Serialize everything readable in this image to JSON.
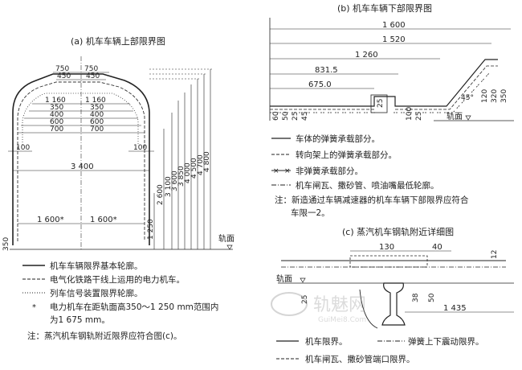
{
  "panel_a": {
    "title": "(a) 机车车辆上部限界图",
    "dims_horizontal": [
      "750",
      "750",
      "450",
      "450",
      "1 160",
      "1 160",
      "350",
      "350",
      "400",
      "400",
      "600",
      "600",
      "700",
      "700",
      "100",
      "100",
      "3 400",
      "1 600*",
      "1 600*"
    ],
    "dims_vertical": [
      "1 250",
      "2 600",
      "3 100",
      "3 600",
      "3 850",
      "4 000",
      "4 500",
      "4 700",
      "4 800",
      "350"
    ],
    "rail_label": "轨面",
    "legend": [
      "机车车辆限界基本轮廓。",
      "电气化铁路干线上运用的电力机车。",
      "列车信号装置限界轮廓。",
      "电力机车在距轨面高350～1 250 mm范围内",
      "为1 675 mm。"
    ],
    "note": "注：蒸汽机车钢轨附近限界应符合图(c)。"
  },
  "panel_b": {
    "title": "(b) 机车车辆下部限界图",
    "dims_horizontal": [
      "1 600",
      "1 520",
      "1 260",
      "831.5",
      "675.0"
    ],
    "dims_vertical": [
      "60",
      "50",
      "25",
      "45",
      "25",
      "100",
      "25",
      "45°",
      "120",
      "320",
      "350"
    ],
    "rail_label": "轨面",
    "legend": [
      "车体的弹簧承载部分。",
      "转向架上的弹簧承载部分。",
      "非弹簧承载部分。",
      "机车闸瓦、撒砂管、喷油嘴最低轮廓。"
    ],
    "note_line1": "注：新造通过车辆减速器的机车车辆下部限界应符合",
    "note_line2": "车限一2。"
  },
  "panel_c": {
    "title": "(c) 蒸汽机车钢轨附近详细图",
    "dims": [
      "130",
      "40",
      "12",
      "25",
      "38",
      "50",
      "1 435"
    ],
    "rail_label": "轨面",
    "legend": [
      "机车限界。",
      "弹簧上下震动限界。",
      "机车闸瓦、撒砂管端口限界。"
    ]
  },
  "watermark": {
    "text": "轨魅网",
    "url": "GuiMei8.Com"
  }
}
